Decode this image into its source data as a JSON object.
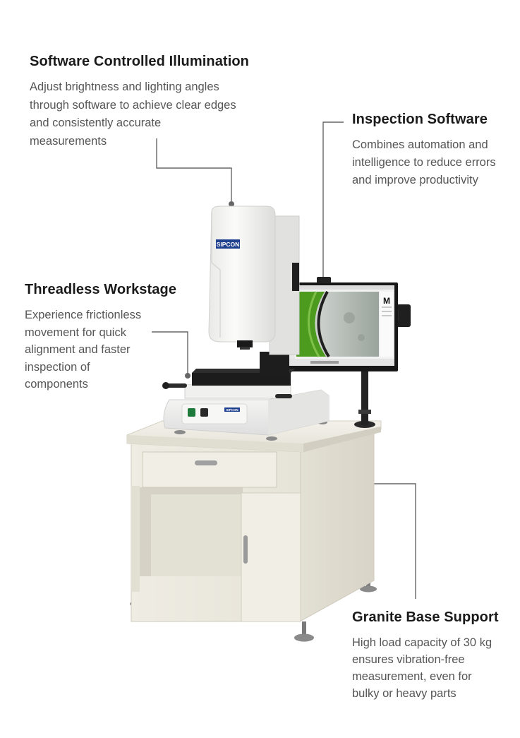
{
  "callouts": {
    "illumination": {
      "title": "Software Controlled Illumination",
      "lines": [
        "Adjust brightness and lighting angles",
        "through software to achieve clear edges",
        "and consistently accurate",
        "measurements"
      ]
    },
    "software": {
      "title": "Inspection Software",
      "lines": [
        "Combines automation and",
        "intelligence to reduce errors",
        "and improve productivity"
      ]
    },
    "workstage": {
      "title": "Threadless Workstage",
      "lines": [
        "Experience frictionless",
        "movement for quick",
        "alignment and faster",
        "inspection of",
        "components"
      ]
    },
    "granite": {
      "title": "Granite Base Support",
      "lines": [
        "High load capacity of 30 kg",
        "ensures vibration-free",
        "measurement, even for",
        "bulky or heavy parts"
      ]
    }
  },
  "machine": {
    "brand_logo": "SIPCON",
    "panel_badge": "SIPCON",
    "screen_badge": "M"
  },
  "colors": {
    "leader_line": "#666666",
    "cabinet": "#ece9df",
    "machine_body": "#f4f4f2",
    "brand_blue": "#1f3f8f",
    "screen_green": "#4c9a1e"
  }
}
